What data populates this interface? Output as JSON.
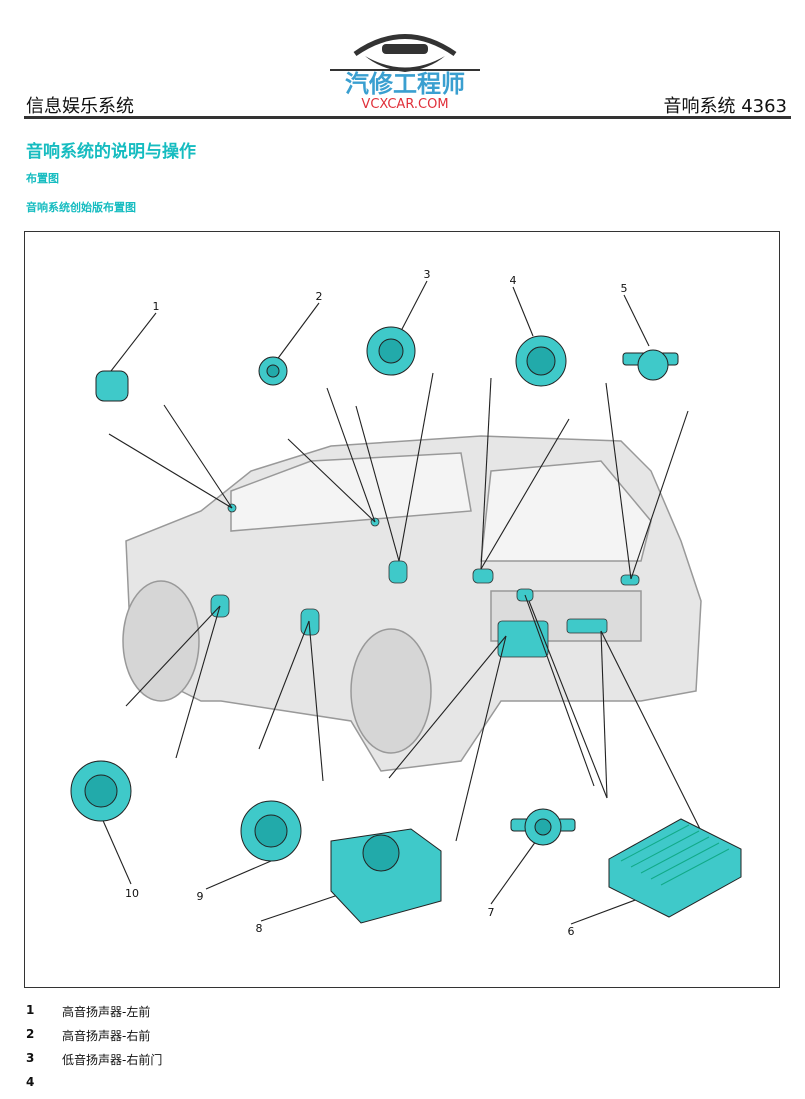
{
  "logo": {
    "text_cn": "汽修工程师",
    "text_en": "VCXCAR.COM"
  },
  "header": {
    "left": "信息娱乐系统",
    "right": "音响系统  4363"
  },
  "title": "音响系统的说明与操作",
  "subtitle": "布置图",
  "diagram_title": "音响系统创始版布置图",
  "colors": {
    "accent": "#16bcc0",
    "component": "#3fc9c9"
  },
  "callouts": [
    "1",
    "2",
    "3",
    "4",
    "5",
    "6",
    "7",
    "8",
    "9",
    "10"
  ],
  "legend": [
    {
      "num": "1",
      "text": "高音扬声器-左前"
    },
    {
      "num": "2",
      "text": "高音扬声器-右前"
    },
    {
      "num": "3",
      "text": "低音扬声器-右前门"
    },
    {
      "num": "4",
      "text": ""
    }
  ]
}
